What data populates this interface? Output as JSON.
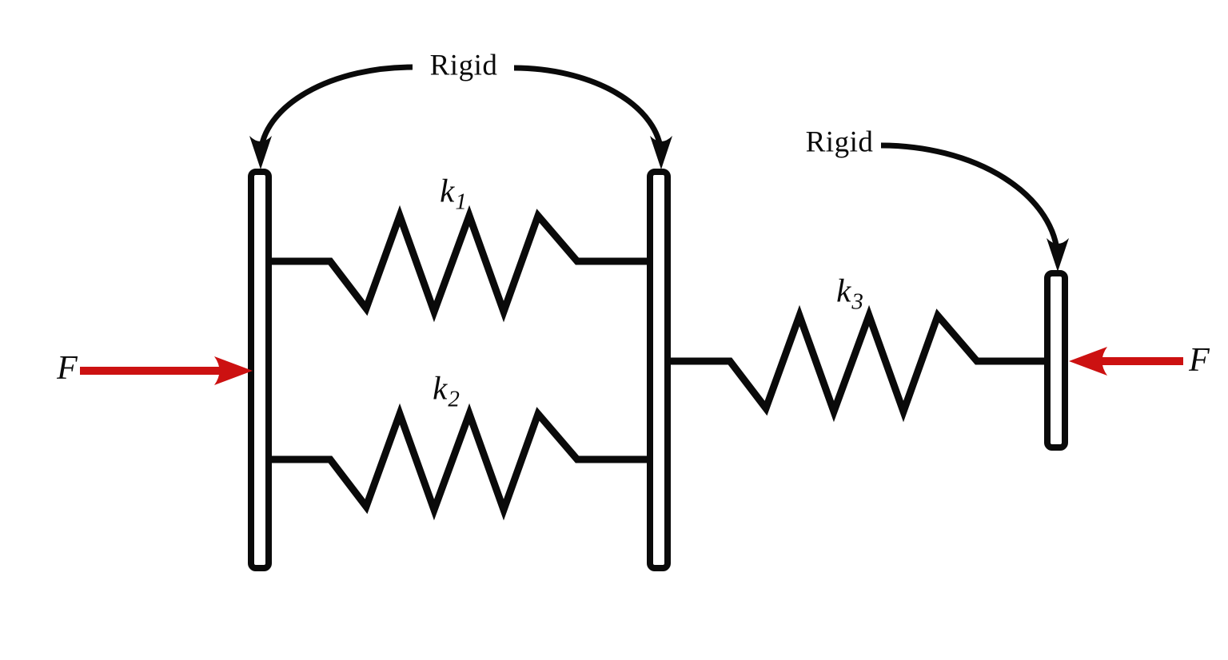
{
  "colors": {
    "line_black": "#0a0a0a",
    "force_arrow": "#cc1111",
    "background": "#ffffff"
  },
  "annotations": {
    "rigid_top": "Rigid",
    "rigid_right": "Rigid"
  },
  "springs": [
    {
      "id": "k1",
      "label_base": "k",
      "label_sub": "1",
      "position": "top-parallel"
    },
    {
      "id": "k2",
      "label_base": "k",
      "label_sub": "2",
      "position": "bottom-parallel"
    },
    {
      "id": "k3",
      "label_base": "k",
      "label_sub": "3",
      "position": "series-right"
    }
  ],
  "forces": {
    "left_label": "F",
    "right_label": "F"
  }
}
